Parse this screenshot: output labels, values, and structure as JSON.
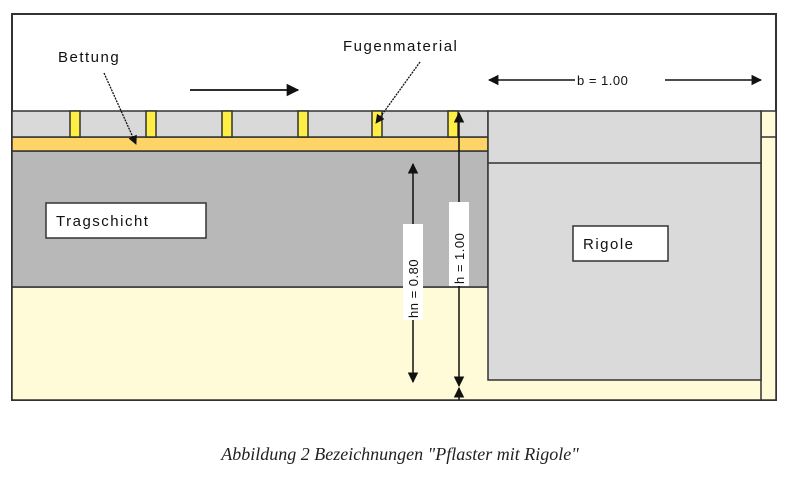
{
  "diagram": {
    "title": "Pflaster mit Rigole",
    "labels": {
      "bedding": "Bettung",
      "joint_material": "Fugenmaterial",
      "base_layer": "Tragschicht",
      "rigole": "Rigole",
      "width_dimension": "b = 1.00",
      "hn_dimension": "hn = 0.80",
      "h_dimension": "h = 1.00"
    },
    "dimensions": {
      "b": 1.0,
      "hn": 0.8,
      "h": 1.0
    },
    "colors": {
      "outline": "#333333",
      "paving": "#d9d9d9",
      "joint": "#ffee44",
      "bedding": "#ffd466",
      "base_layer": "#b8b8b8",
      "subsoil": "#fffad8",
      "rigole": "#dadada",
      "label_box": "#ffffff"
    },
    "flow_direction": "right"
  },
  "caption": "Abbildung 2  Bezeichnungen \"Pflaster mit Rigole\""
}
